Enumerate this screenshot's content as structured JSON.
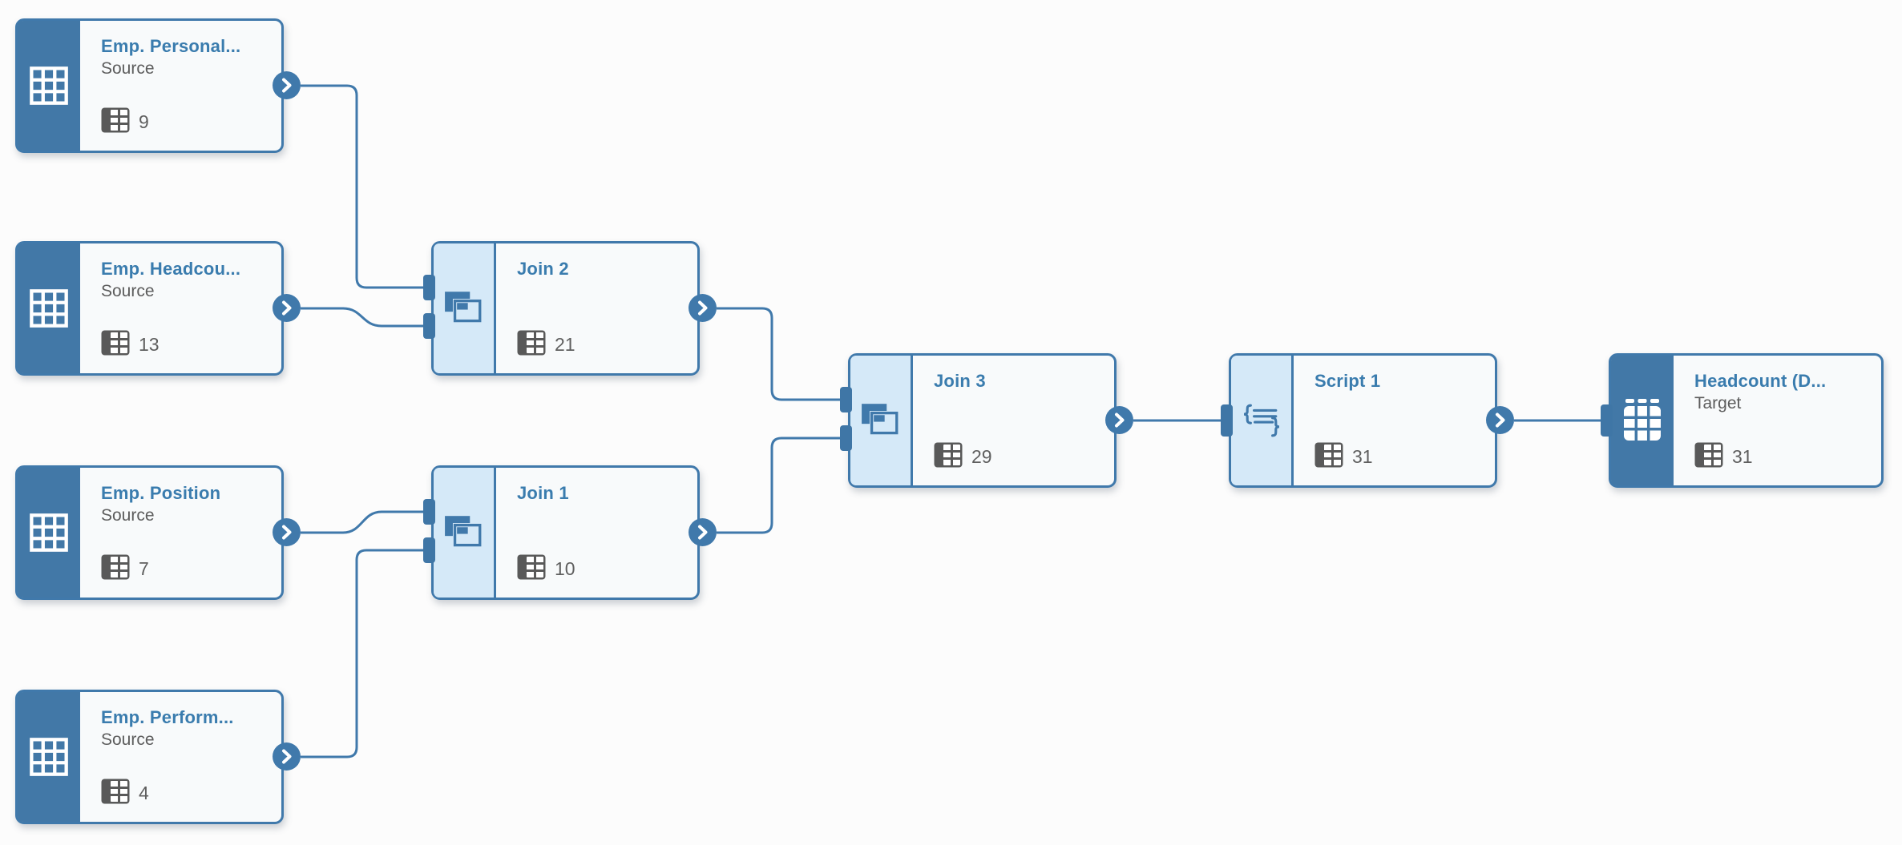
{
  "app": {
    "view": "data-flow-canvas",
    "colors": {
      "accent_blue": "#4079ab",
      "sidebar_dark": "#4278a7",
      "sidebar_light": "#d5e9f8",
      "node_body": "#f8fafb",
      "text_gray": "#5c5c5c",
      "icon_gray": "#595959"
    }
  },
  "nodes": [
    {
      "id": "emp-personal",
      "title": "Emp. Personal...",
      "subtitle": "Source",
      "record_count": "9",
      "type": "table-source",
      "icon": "table-grid-icon"
    },
    {
      "id": "emp-headcount",
      "title": "Emp. Headcou...",
      "subtitle": "Source",
      "record_count": "13",
      "type": "table-source",
      "icon": "table-grid-icon"
    },
    {
      "id": "emp-position",
      "title": "Emp. Position",
      "subtitle": "Source",
      "record_count": "7",
      "type": "table-source",
      "icon": "table-grid-icon"
    },
    {
      "id": "emp-performance",
      "title": "Emp. Perform...",
      "subtitle": "Source",
      "record_count": "4",
      "type": "table-source",
      "icon": "table-grid-icon"
    },
    {
      "id": "join-2",
      "title": "Join 2",
      "subtitle": "",
      "record_count": "21",
      "type": "join",
      "icon": "join-icon"
    },
    {
      "id": "join-1",
      "title": "Join 1",
      "subtitle": "",
      "record_count": "10",
      "type": "join",
      "icon": "join-icon"
    },
    {
      "id": "join-3",
      "title": "Join 3",
      "subtitle": "",
      "record_count": "29",
      "type": "join",
      "icon": "join-icon"
    },
    {
      "id": "script-1",
      "title": "Script 1",
      "subtitle": "",
      "record_count": "31",
      "type": "script",
      "icon": "script-icon"
    },
    {
      "id": "headcount-target",
      "title": "Headcount (D...",
      "subtitle": "Target",
      "record_count": "31",
      "type": "table-target",
      "icon": "table-target-icon"
    }
  ],
  "connections": [
    {
      "from": "emp-personal",
      "to": "join-2",
      "to_port": 1
    },
    {
      "from": "emp-headcount",
      "to": "join-2",
      "to_port": 2
    },
    {
      "from": "emp-position",
      "to": "join-1",
      "to_port": 1
    },
    {
      "from": "emp-performance",
      "to": "join-1",
      "to_port": 2
    },
    {
      "from": "join-2",
      "to": "join-3",
      "to_port": 1
    },
    {
      "from": "join-1",
      "to": "join-3",
      "to_port": 2
    },
    {
      "from": "join-3",
      "to": "script-1",
      "to_port": 1
    },
    {
      "from": "script-1",
      "to": "headcount-target",
      "to_port": 1
    }
  ]
}
